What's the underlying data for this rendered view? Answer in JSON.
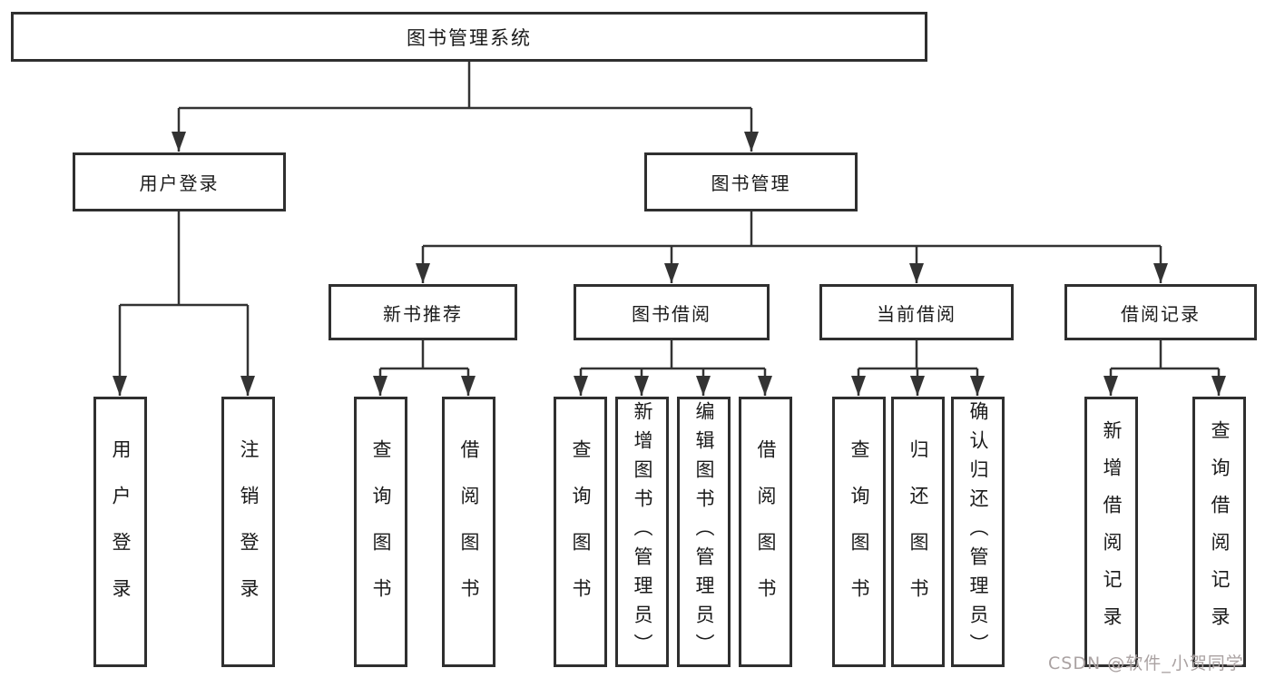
{
  "root": {
    "label": "图书管理系统"
  },
  "branches": {
    "user_login": {
      "label": "用户登录",
      "children": [
        {
          "label": "用户登录"
        },
        {
          "label": "注销登录"
        }
      ]
    },
    "book_management": {
      "label": "图书管理"
    }
  },
  "modules": [
    {
      "label": "新书推荐",
      "children": [
        {
          "label": "查询图书"
        },
        {
          "label": "借阅图书"
        }
      ]
    },
    {
      "label": "图书借阅",
      "children": [
        {
          "label": "查询图书"
        },
        {
          "label": "新增图书（管理员）"
        },
        {
          "label": "编辑图书（管理员）"
        },
        {
          "label": "借阅图书"
        }
      ]
    },
    {
      "label": "当前借阅",
      "children": [
        {
          "label": "查询图书"
        },
        {
          "label": "归还图书"
        },
        {
          "label": "确认归还（管理员）"
        }
      ]
    },
    {
      "label": "借阅记录",
      "children": [
        {
          "label": "新增借阅记录"
        },
        {
          "label": "查询借阅记录"
        }
      ]
    }
  ],
  "watermark": "CSDN @软件_小贺同学",
  "colors": {
    "line": "#333333",
    "box-border": "#2f2f2f",
    "text": "#1a1a1a",
    "bg": "#ffffff",
    "watermark": "#aaa2a2"
  }
}
